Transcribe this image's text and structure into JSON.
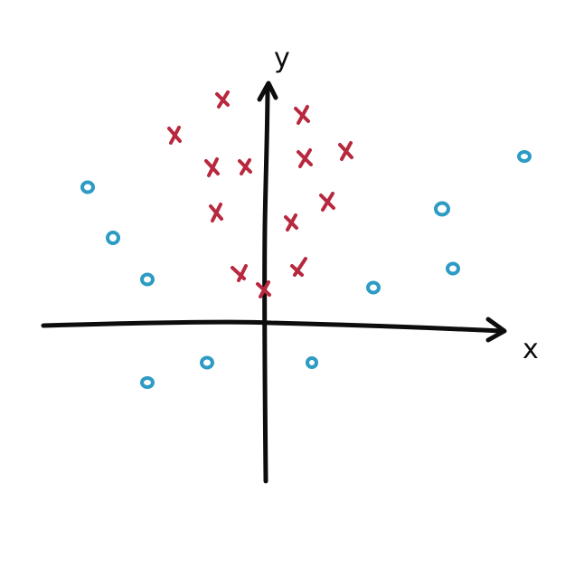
{
  "diagram": {
    "axes": {
      "x_label": "x",
      "y_label": "y",
      "axis_color": "#0d0d0d"
    },
    "classes": [
      {
        "marker": "cross",
        "color": "#b8283e"
      },
      {
        "marker": "circle",
        "color": "#2d9bc4"
      }
    ]
  }
}
